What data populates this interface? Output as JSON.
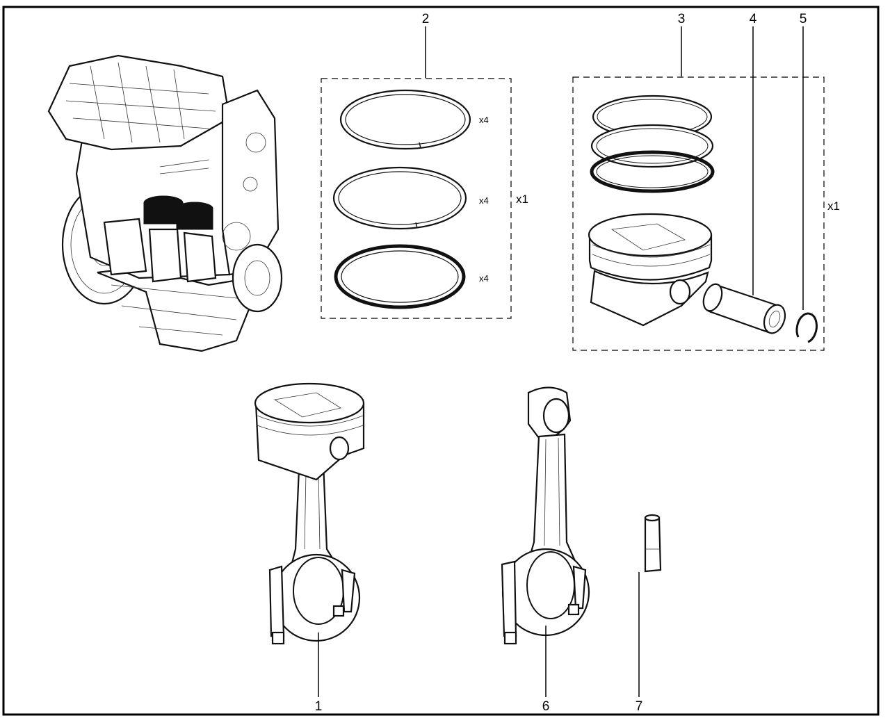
{
  "callouts": {
    "c1": "1",
    "c2": "2",
    "c3": "3",
    "c4": "4",
    "c5": "5",
    "c6": "6",
    "c7": "7"
  },
  "quantities": {
    "ring_top": "x4",
    "ring_mid": "x4",
    "ring_bottom": "x4",
    "ring_set": "x1",
    "piston_kit": "x1"
  },
  "icons": {
    "engine": "engine-assembly-icon",
    "rings": "piston-ring-icon",
    "piston": "piston-icon",
    "pin": "piston-pin-icon",
    "clip": "circlip-icon",
    "rod": "connecting-rod-icon",
    "bolt": "rod-bolt-icon"
  }
}
